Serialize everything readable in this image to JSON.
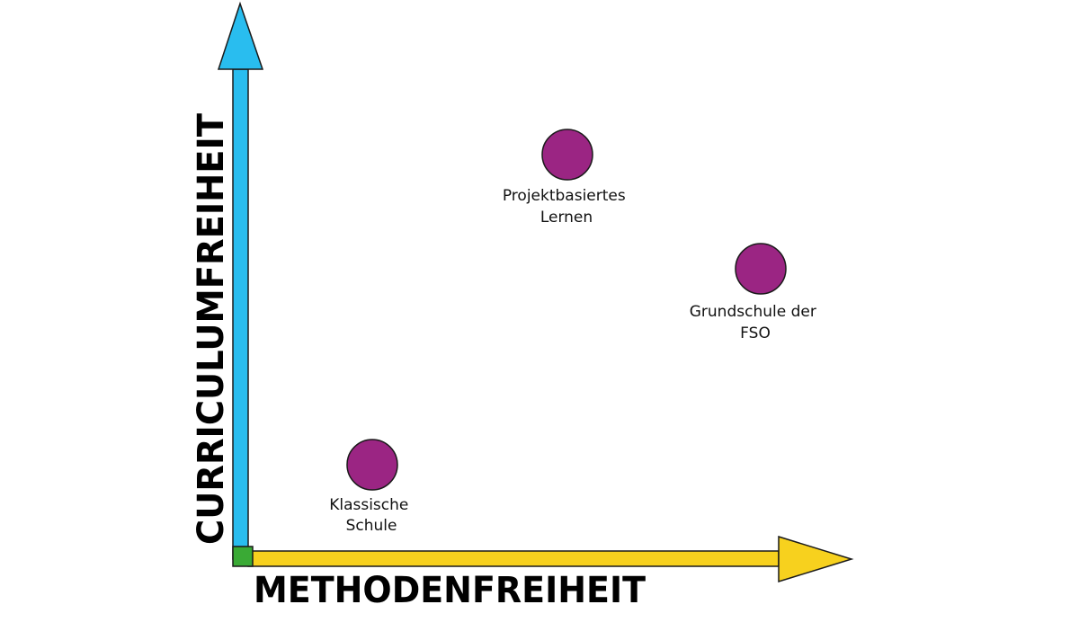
{
  "axes": {
    "x_title": "METHODENFREIHEIT",
    "y_title": "CURRICULUMFREIHEIT"
  },
  "points": [
    {
      "line1": "Projektbasiertes",
      "line2": "Lernen"
    },
    {
      "line1": "Grundschule der",
      "line2": "FSO"
    },
    {
      "line1": "Klassische",
      "line2": "Schule"
    }
  ],
  "colors": {
    "y_axis": "#29bdef",
    "x_axis": "#f7d11e",
    "origin": "#3aaa35",
    "point": "#9b2583",
    "stroke": "#1a1a1a"
  }
}
